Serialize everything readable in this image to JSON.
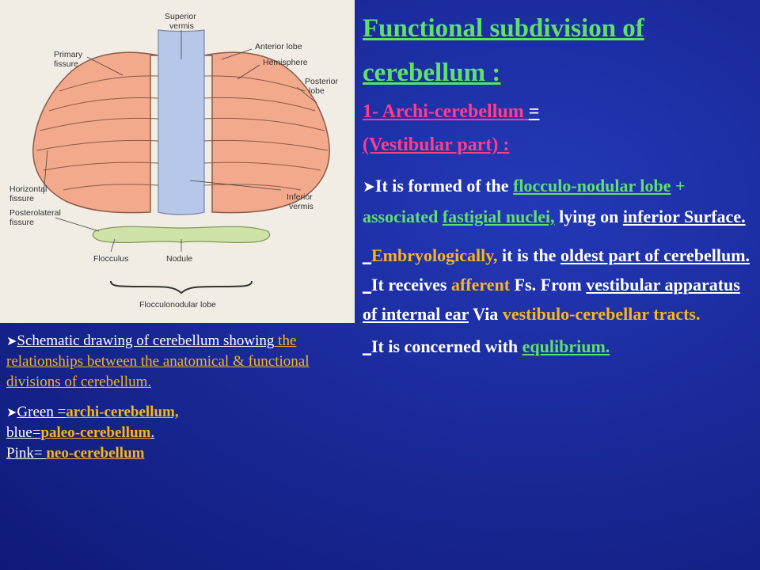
{
  "figure": {
    "labels": {
      "superior_vermis": [
        "Superior",
        "vermis"
      ],
      "primary_fissure": [
        "Primary",
        "fissure"
      ],
      "anterior_lobe": "Anterior lobe",
      "hemisphere": "Hemisphere",
      "posterior_lobe": [
        "Posterior",
        "lobe"
      ],
      "horizontal_fissure": [
        "Horizontal",
        "fissure"
      ],
      "posterolateral_fissure": [
        "Posterolateral",
        "fissure"
      ],
      "inferior_vermis": [
        "Inferior",
        "vermis"
      ],
      "flocculus": "Flocculus",
      "nodule": "Nodule",
      "flocculonodular_lobe": "Flocculonodular lobe"
    },
    "colors": {
      "neo_pink": "#f3a98c",
      "paleo_blue": "#b7c7ea",
      "archi_green": "#cfe3a8"
    }
  },
  "caption": {
    "p1_pre": "Schematic drawing of cerebellum showing",
    "p1_yellow": " the relationships between the anatomical & functional divisions of cerebellum.",
    "p2_l1_a": "Green =",
    "p2_l1_b": "archi-cerebellum,",
    "p2_l2_a": "blue=",
    "p2_l2_b": "paleo-cerebellum",
    "p2_l2_c": ".",
    "p2_l3_a": "Pink= ",
    "p2_l3_b": "neo-cerebellum"
  },
  "main": {
    "title": "Functional subdivision of cerebellum :",
    "sub_1": "1- Archi-cerebellum ",
    "sub_eq": "=",
    "sub_2": "(Vestibular part) :",
    "b1_a": "It is formed of the ",
    "b1_b": "flocculo-nodular lobe",
    "b1_c": " + associated ",
    "b1_d": "fastigial nuclei,",
    "b1_e": " lying on ",
    "b1_f": "inferior Surface.",
    "b2_a": "_",
    "b2_b": "Embryologically,",
    "b2_c": " it is the ",
    "b2_d": "oldest part of cerebellum.",
    "b3_a": "_",
    "b3_b": "It receives ",
    "b3_c": "afferent",
    "b3_d": " Fs. From ",
    "b3_e": "vestibular apparatus of internal ear",
    "b3_f": " Via ",
    "b3_g": "vestibulo-cerebellar tracts.",
    "b4_a": "_",
    "b4_b": "It is concerned with ",
    "b4_c": "equlibrium."
  }
}
